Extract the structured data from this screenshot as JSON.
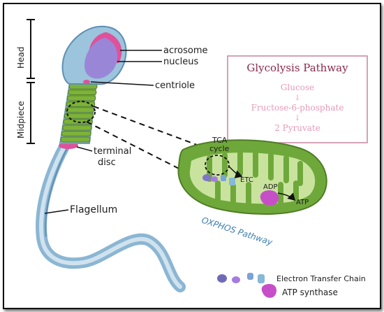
{
  "labels": {
    "acrosome": "acrosome",
    "nucleus": "nucleus",
    "centriole": "centriole",
    "terminal_disc_line1": "terminal",
    "terminal_disc_line2": "disc",
    "flagellum": "Flagellum",
    "head": "Head",
    "midpiece": "Midpiece"
  },
  "glycolysis": {
    "title": "Glycolysis Pathway",
    "steps": [
      "Glucose",
      "Fructose-6-phosphate",
      "2 Pyruvate"
    ],
    "arrow": "↓"
  },
  "mitochondrion": {
    "tca_line1": "TCA",
    "tca_line2": "cycle",
    "etc": "ETC",
    "adp": "ADP",
    "atp": "ATP",
    "pathway": "OXPHOS Pathway"
  },
  "legend": {
    "etc": "Electron Transfer Chain",
    "atp_synthase": "ATP synthase"
  },
  "colors": {
    "tail_blue": "#9cc4dc",
    "midpiece_green": "#7db238",
    "nucleus_purple": "#9a86d6",
    "acrosome_pink": "#e1509a",
    "mito_green": "#6fa83a",
    "atp_magenta": "#c64fc8",
    "box_border": "#c9849f",
    "arrow_orange": "#e9803a"
  }
}
